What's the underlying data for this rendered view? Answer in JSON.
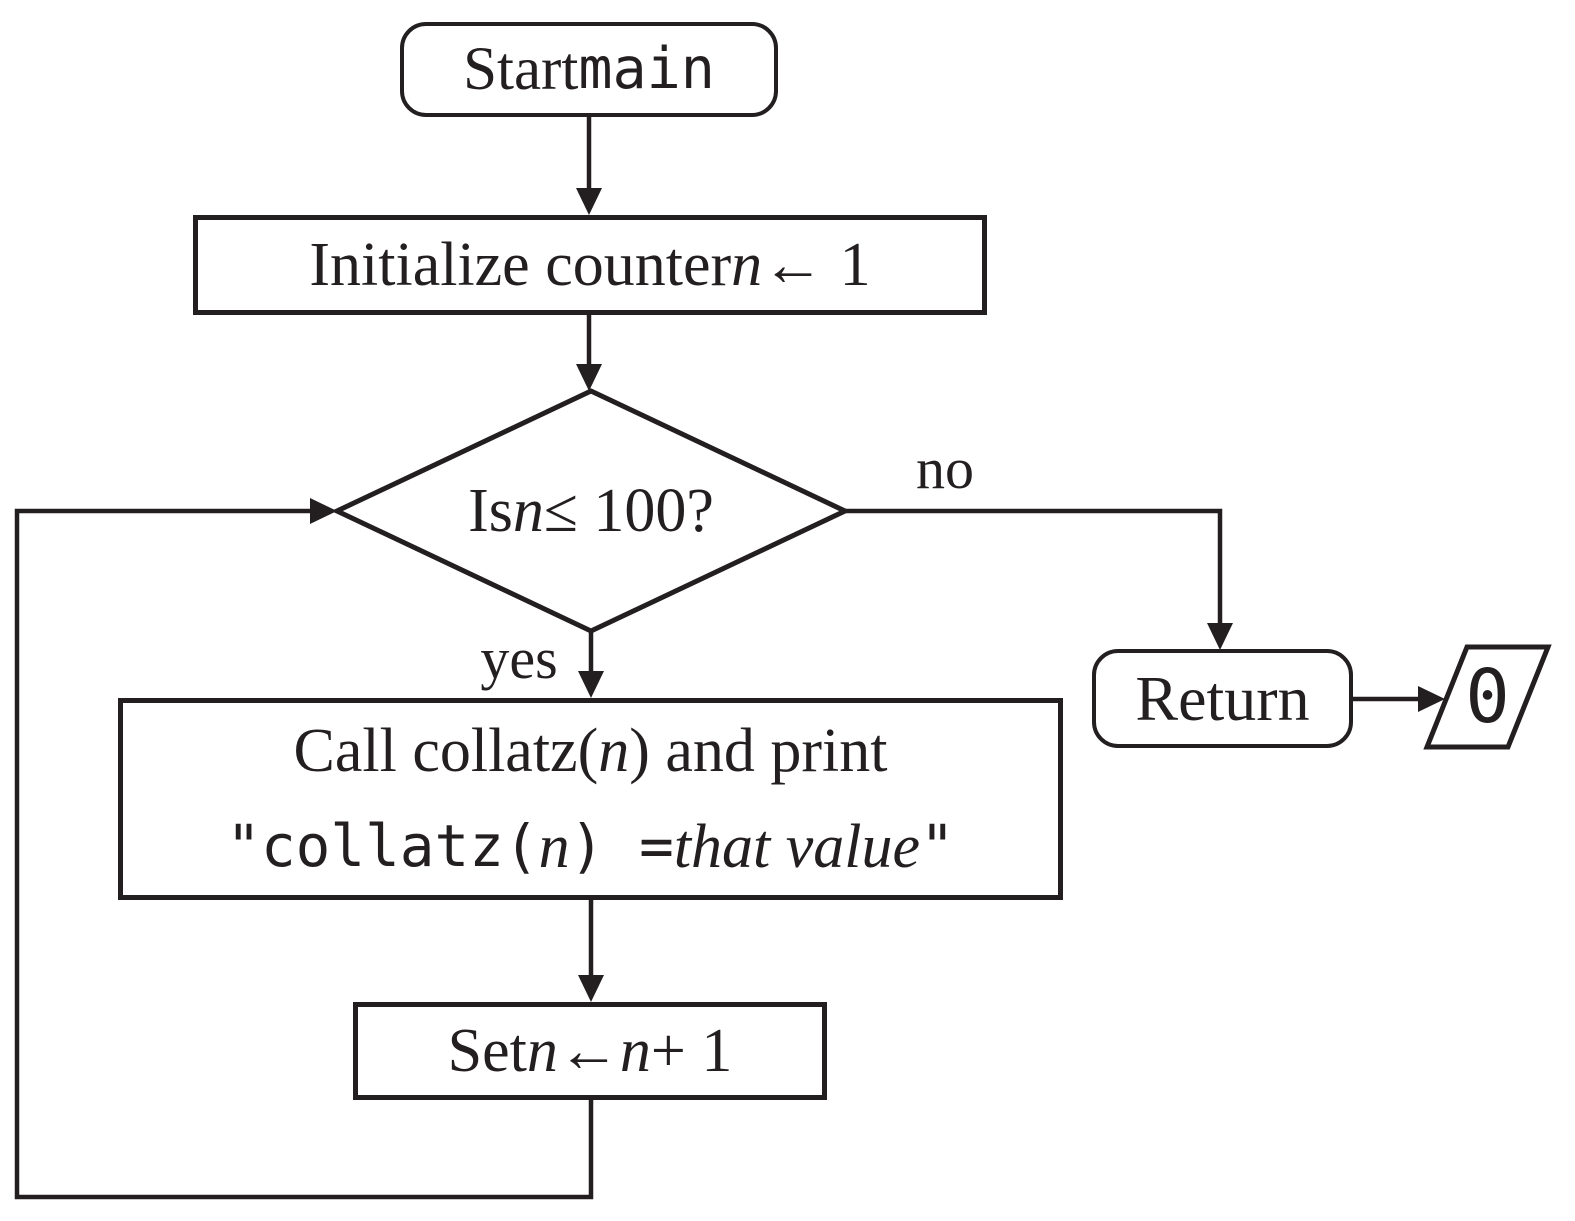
{
  "figure": {
    "background": "#ffffff",
    "ink": "#231f20"
  },
  "nodes": {
    "start": {
      "shape": "terminator",
      "segments": [
        {
          "t": "Start ",
          "s": "serif"
        },
        {
          "t": "main",
          "s": "mono"
        }
      ]
    },
    "init": {
      "shape": "process",
      "segments": [
        {
          "t": "Initialize counter ",
          "s": "serif"
        },
        {
          "t": "n",
          "s": "italic"
        },
        {
          "t": " ← 1",
          "s": "serif"
        }
      ]
    },
    "decision": {
      "shape": "decision",
      "segments": [
        {
          "t": "Is ",
          "s": "serif"
        },
        {
          "t": "n",
          "s": "italic"
        },
        {
          "t": " ≤ 100?",
          "s": "serif"
        }
      ]
    },
    "call": {
      "shape": "process",
      "line1": [
        {
          "t": "Call collatz(",
          "s": "serif"
        },
        {
          "t": "n",
          "s": "italic"
        },
        {
          "t": ") and print",
          "s": "serif"
        }
      ],
      "line2": [
        {
          "t": "\"collatz(",
          "s": "mono"
        },
        {
          "t": "n",
          "s": "italic"
        },
        {
          "t": ") = ",
          "s": "mono"
        },
        {
          "t": "that value",
          "s": "italic"
        },
        {
          "t": "\"",
          "s": "mono"
        }
      ]
    },
    "set": {
      "shape": "process",
      "segments": [
        {
          "t": "Set ",
          "s": "serif"
        },
        {
          "t": "n",
          "s": "italic"
        },
        {
          "t": " ← ",
          "s": "serif"
        },
        {
          "t": "n",
          "s": "italic"
        },
        {
          "t": " + 1",
          "s": "serif"
        }
      ]
    },
    "return": {
      "shape": "terminator",
      "label": "Return"
    },
    "output": {
      "shape": "io",
      "label": "0"
    }
  },
  "edges": {
    "yes_label": "yes",
    "no_label": "no"
  }
}
